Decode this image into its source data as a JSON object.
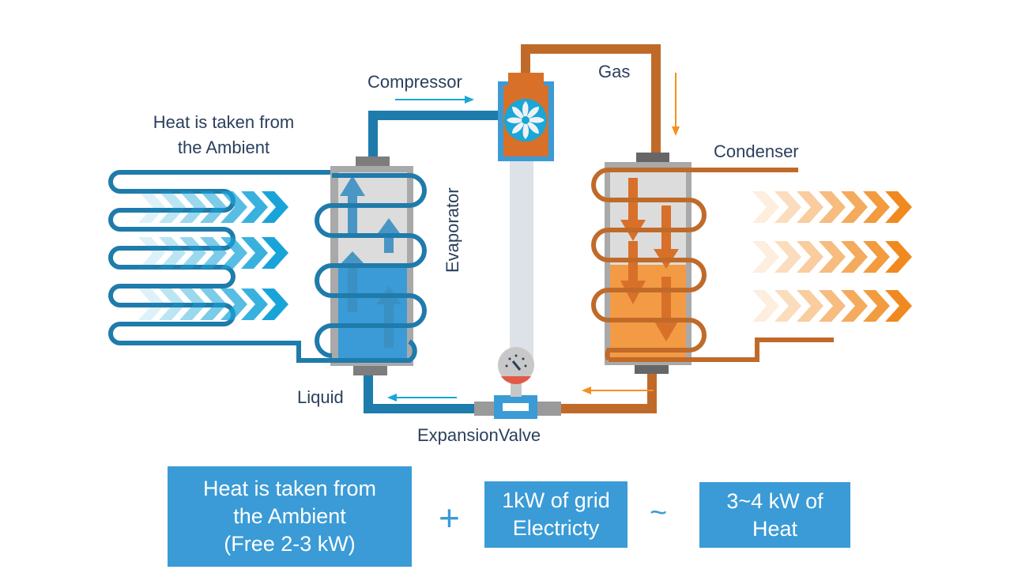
{
  "labels": {
    "compressor": "Compressor",
    "gas": "Gas",
    "condenser": "Condenser",
    "evaporator": "Evaporator",
    "ambient_line1": "Heat is taken from",
    "ambient_line2": "the Ambient",
    "liquid": "Liquid",
    "expansion_valve": "ExpansionValve"
  },
  "equation": {
    "box1": [
      "Heat is taken from",
      "the Ambient",
      "(Free 2-3 kW)"
    ],
    "plus": "+",
    "box2": [
      "1kW of grid",
      "Electricty"
    ],
    "approx": "~",
    "box3": [
      "3~4 kW of",
      "Heat"
    ]
  },
  "colors": {
    "cold_pipe": "#1f7bab",
    "cold_fill": "#3a9bd6",
    "hot_pipe": "#c06a2a",
    "hot_fill": "#f39a45",
    "frame": "#a9a9a9",
    "text": "#2b3f5c",
    "box": "#3a9bd6"
  }
}
